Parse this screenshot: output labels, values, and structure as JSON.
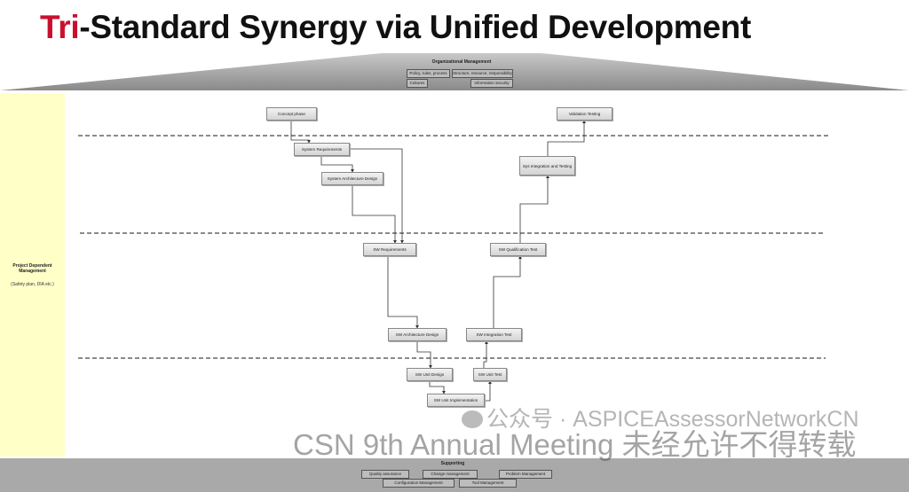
{
  "title": {
    "highlight": "Tri",
    "rest": "-Standard Synergy via Unified Development",
    "highlight_color": "#c8102e"
  },
  "organizational": {
    "title": "Organizational Management",
    "items": [
      "Policy, rules, process",
      "Structure, resource, responsibility",
      "Cultures",
      "Information security"
    ]
  },
  "project": {
    "title": "Project Dependent Management",
    "subtitle": "(Safety plan, DIA etc.)"
  },
  "v_model": {
    "boxes": [
      "Concept phase",
      "Validation Testing",
      "System Requirements",
      "Sys Integration and Testing",
      "System Architecture Design",
      "SW Requirements",
      "SW Qualification Test",
      "SW Architecture Design",
      "SW Integration Test",
      "SW Unit Design",
      "SW Unit Test",
      "SW Unit Implementation"
    ]
  },
  "supporting": {
    "title": "Supporting",
    "items": [
      "Quality assurance",
      "Change management",
      "Problem Management",
      "Configuration Management",
      "Tool Management"
    ]
  },
  "watermark": {
    "line1": "公众号 · ASPICEAssessorNetworkCN",
    "line2": "CSN 9th Annual Meeting 未经允许不得转载"
  }
}
